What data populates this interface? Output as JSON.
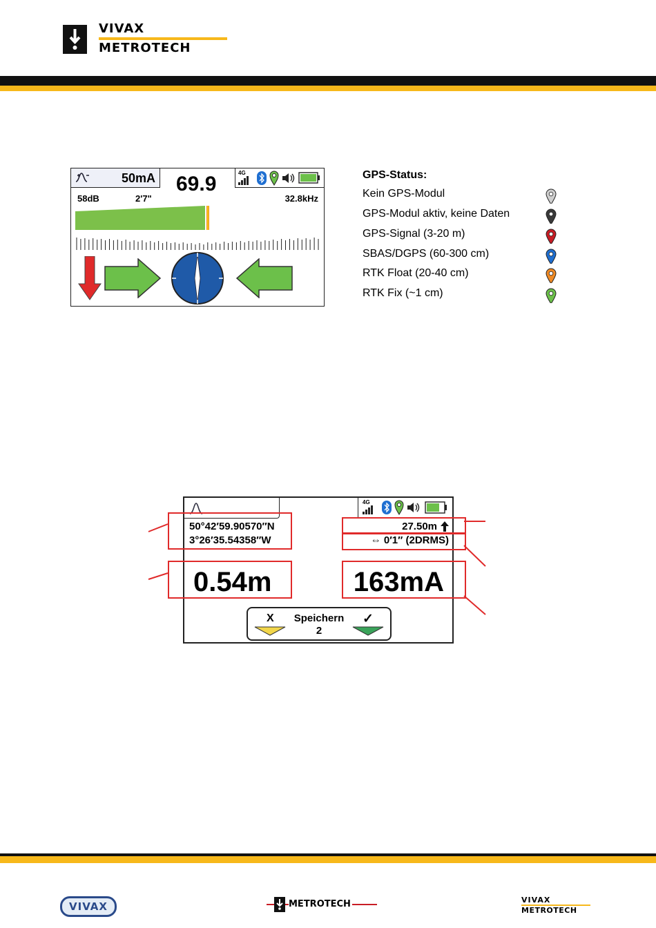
{
  "header": {
    "brand_top": "VIVAX",
    "brand_bottom": "METROTECH"
  },
  "screen1": {
    "current": "50mA",
    "signal": "69.9",
    "gain": "58dB",
    "depth": "2'7\"",
    "frequency": "32.8kHz",
    "bar_level_fraction": 0.52,
    "network": "4G"
  },
  "gps_status": {
    "title": "GPS-Status:",
    "items": [
      {
        "label": "Kein GPS-Modul",
        "color": "#cfcfcf"
      },
      {
        "label": "GPS-Modul aktiv, keine Daten",
        "color": "#3a3a3a"
      },
      {
        "label": "GPS-Signal (3-20 m)",
        "color": "#c81d25"
      },
      {
        "label": "SBAS/DGPS (60-300 cm)",
        "color": "#1f6fd1"
      },
      {
        "label": "RTK Float (20-40 cm)",
        "color": "#f08a24"
      },
      {
        "label": "RTK Fix (~1 cm)",
        "color": "#6cc04a"
      }
    ]
  },
  "screen2": {
    "network": "4G",
    "lat": "50°42′59.90570″N",
    "lon": "3°26′35.54358″W",
    "altitude": "27.50m",
    "accuracy": "⇔ 0′1″ (2DRMS)",
    "depth": "0.54m",
    "current": "163mA",
    "cancel_label": "X",
    "save_label": "Speichern",
    "save_count": "2",
    "confirm_label": "✓"
  },
  "footer": {
    "logo_left": "VIVAX",
    "logo_center": "METROTECH",
    "logo_right_top": "VIVAX",
    "logo_right_bottom": "METROTECH"
  }
}
